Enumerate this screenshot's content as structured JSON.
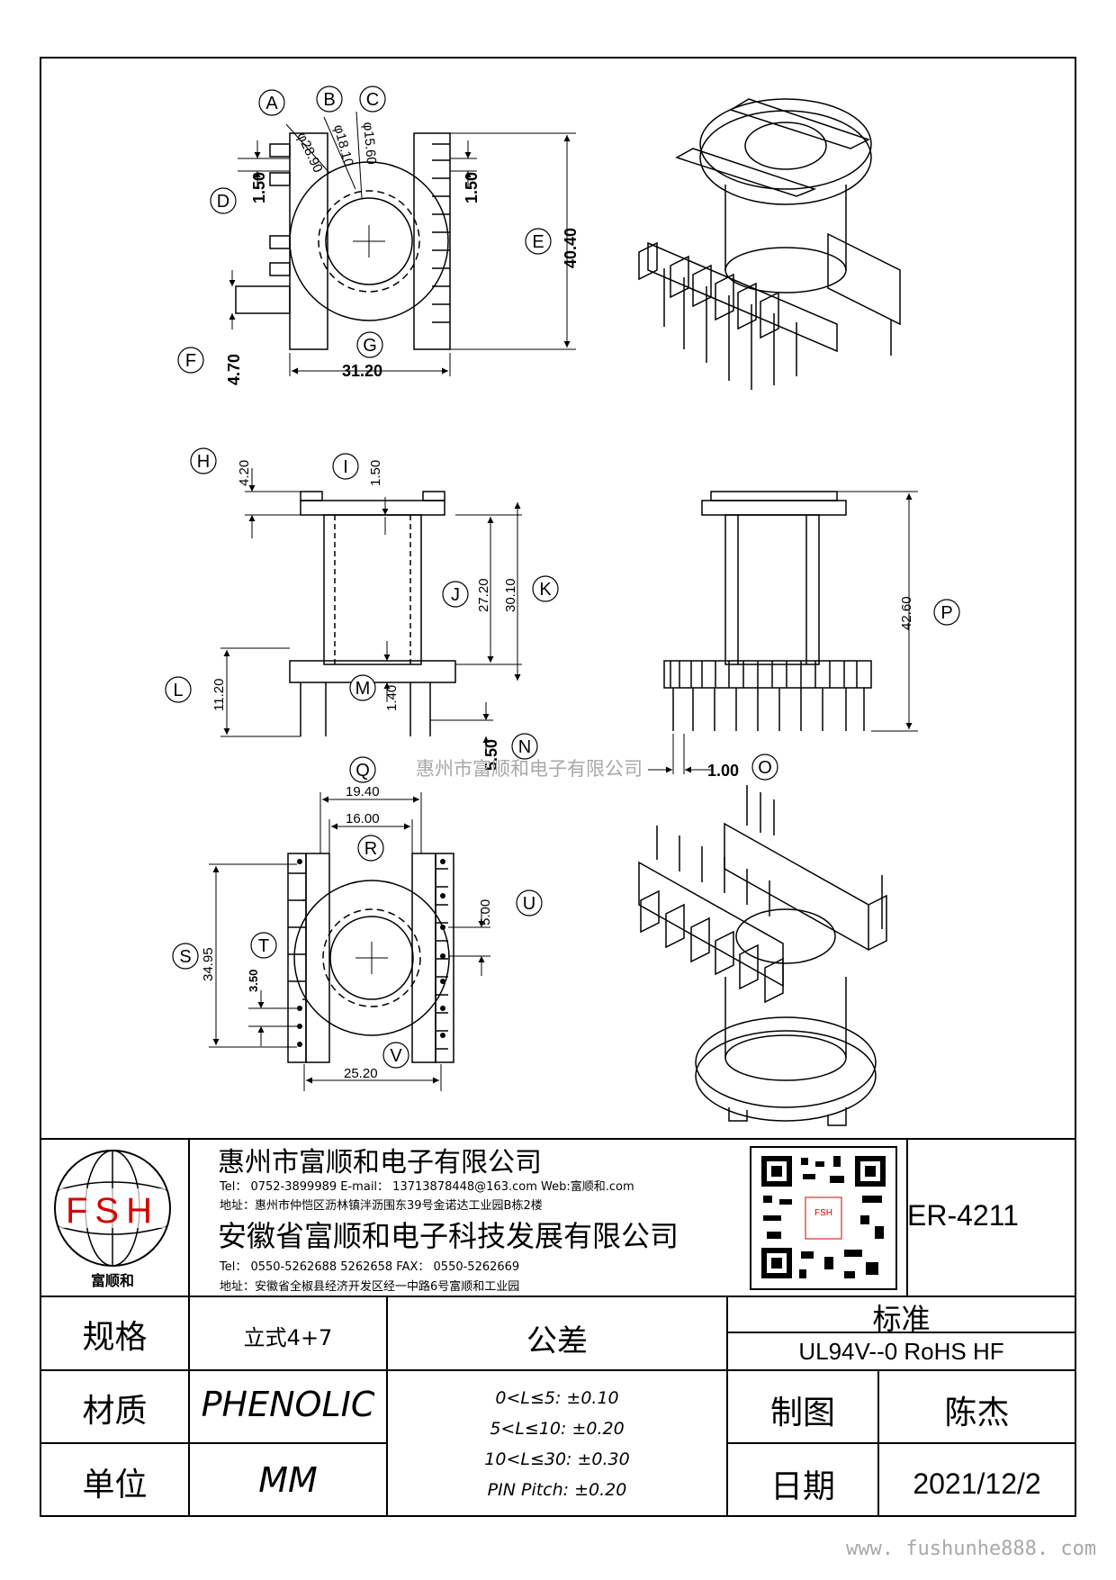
{
  "drawing": {
    "callouts": [
      "A",
      "B",
      "C",
      "D",
      "E",
      "F",
      "G",
      "H",
      "I",
      "J",
      "K",
      "L",
      "M",
      "N",
      "O",
      "P",
      "Q",
      "R",
      "S",
      "T",
      "U",
      "V"
    ],
    "dims": {
      "dia_a": "φ28.90",
      "dia_b": "φ18.10",
      "dia_c": "φ15.60",
      "d_150a": "1.50",
      "d_150b": "1.50",
      "height_4040": "40.40",
      "pin_470": "4.70",
      "width_3120": "31.20",
      "flange_420": "4.20",
      "wall_150": "1.50",
      "inner_2720": "27.20",
      "total_3010": "30.10",
      "base_1120": "11.20",
      "gap_140": "1.40",
      "pin_550": "5.50",
      "total_4260": "42.60",
      "pin_dia_100": "1.00",
      "w_1940": "19.40",
      "w_1600": "16.00",
      "len_3495": "34.95",
      "pitch_350": "3.50",
      "pitch_500": "5.00",
      "w_2520": "25.20"
    }
  },
  "watermark_center": "惠州市富顺和电子有限公司",
  "logo": {
    "letters": "FSH",
    "caption": "富顺和"
  },
  "company1": {
    "name": "惠州市富顺和电子有限公司",
    "contact": "Tel：  0752-3899989    E-mail：  13713878448@163.com    Web:富顺和.com",
    "address": "地址：惠州市仲恺区沥林镇泮沥围东39号金诺达工业园B栋2楼"
  },
  "company2": {
    "name": "安徽省富顺和电子科技发展有限公司",
    "contact": "Tel：  0550-5262688  5262658       FAX：  0550-5262669",
    "address": "地址：安徽省全椒县经济开发区经一中路6号富顺和工业园"
  },
  "qr_caption": "FSH",
  "part_number": "ER-4211",
  "table": {
    "spec_label": "规格",
    "spec_value": "立式4+7",
    "material_label": "材质",
    "material_value": "PHENOLIC",
    "unit_label": "单位",
    "unit_value": "MM",
    "tolerance_label": "公差",
    "tolerances": [
      "0<L≤5: ±0.10",
      "5<L≤10: ±0.20",
      "10<L≤30: ±0.30",
      "PIN Pitch: ±0.20"
    ],
    "standard_label": "标准",
    "standard_value": "UL94V--0  RoHS HF",
    "drawn_label": "制图",
    "drawn_value": "陈杰",
    "date_label": "日期",
    "date_value": "2021/12/2"
  },
  "watermark_footer": "www. fushunhe888. com"
}
